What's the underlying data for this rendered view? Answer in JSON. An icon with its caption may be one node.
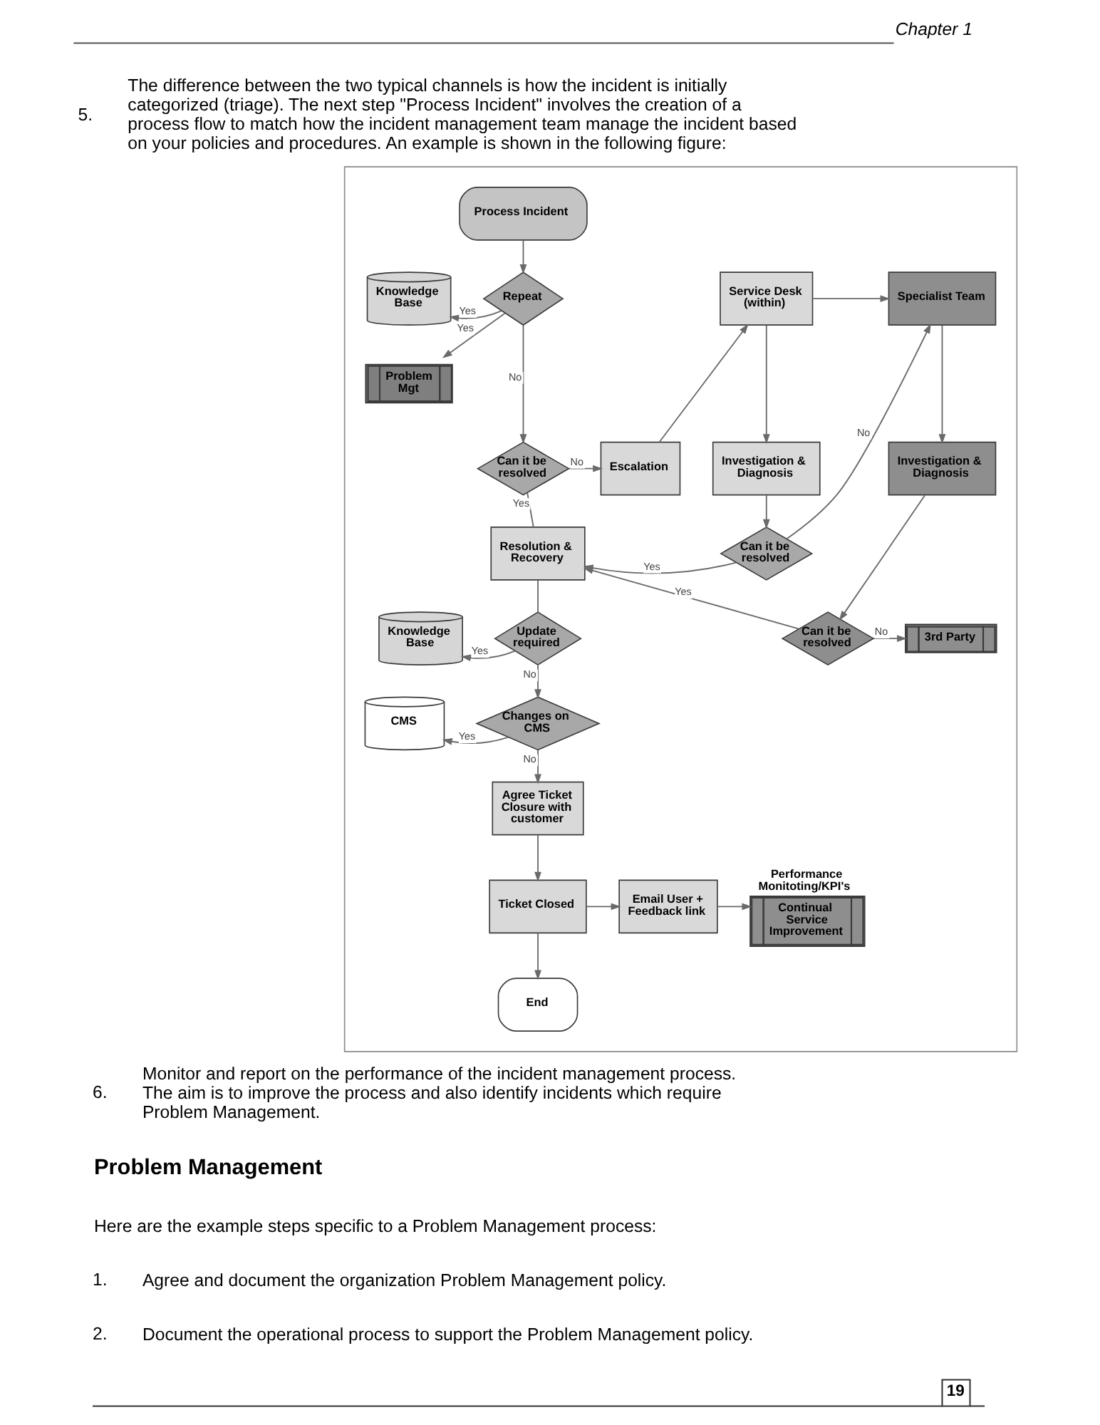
{
  "diagram": {
    "nodes": [
      {
        "text": [],
        "shape": "box"
      },
      {
        "text": [
          "Process Incident"
        ],
        "in": 0
      },
      {
        "text": [
          "Knowledge Base"
        ],
        "in": 0
      },
      {
        "text": [
          "Repeat"
        ],
        "in": 0
      },
      {
        "text": [
          "Service Desk (within)"
        ],
        "in": 0
      },
      {
        "text": [
          "Specialist Team"
        ],
        "in": 0
      },
      {
        "text": [
          "Problem Mgt"
        ],
        "in": 0
      },
      {
        "text": [
          "Can it be resolved"
        ],
        "in": 0
      },
      {
        "text": [
          "Escalation"
        ],
        "in": 0
      },
      {
        "text": [
          "Investigation & Diagnosis"
        ],
        "in": 0
      },
      {
        "text": [
          "Investigation & Diagnosis"
        ],
        "in": 0
      },
      {
        "text": [
          "Resolution & Recovery"
        ],
        "in": 0
      },
      {
        "text": [
          "Can it be resolved"
        ],
        "in": 0
      },
      {
        "text": [
          "Knowledge Base"
        ],
        "in": 0
      },
      {
        "text": [
          "Update required"
        ],
        "in": 0
      },
      {
        "text": [
          "Can it be resolved"
        ],
        "in": 0
      },
      {
        "text": [
          "3rd Party"
        ],
        "in": 0
      },
      {
        "text": [
          "CMS"
        ],
        "in": 0
      },
      {
        "text": [
          "Changes on CMS"
        ],
        "in": 0
      },
      {
        "text": [
          "Agree Ticket Closure with customer"
        ],
        "in": 0
      },
      {
        "text": [
          "Ticket Closed"
        ],
        "in": 0
      },
      {
        "text": [
          "Email User + Feedback link"
        ],
        "in": 0
      },
      {
        "text": [
          "Continual Service Improvement"
        ],
        "beside": [
          "Performance Monitoting/KPI's"
        ],
        "in": 0
      },
      {
        "text": [
          "End"
        ],
        "in": 0
      }
    ],
    "edges": [
      {
        "from": 1,
        "to": 3,
        "arrow": "to"
      },
      {
        "from": 3,
        "to": 2,
        "arrow": "to",
        "label": "Yes"
      },
      {
        "from": 3,
        "to": 6,
        "arrow": "to",
        "label": "Yes"
      },
      {
        "from": 3,
        "to": 7,
        "arrow": "to",
        "label": "No"
      },
      {
        "from": 7,
        "to": 8,
        "arrow": "to",
        "label": "No"
      },
      {
        "from": 7,
        "to": 11,
        "arrow": "none",
        "label": "Yes"
      },
      {
        "from": 8,
        "to": 4,
        "arrow": "to"
      },
      {
        "from": 4,
        "to": 5,
        "arrow": "to"
      },
      {
        "from": 4,
        "to": 9,
        "arrow": "to"
      },
      {
        "from": 5,
        "to": 10,
        "arrow": "to"
      },
      {
        "from": 9,
        "to": 12,
        "arrow": "to"
      },
      {
        "from": 12,
        "to": 5,
        "arrow": "to",
        "label": "No"
      },
      {
        "from": 12,
        "to": 11,
        "arrow": "to",
        "label": "Yes"
      },
      {
        "from": 10,
        "to": 15,
        "arrow": "to"
      },
      {
        "from": 15,
        "to": 16,
        "arrow": "to",
        "label": "No"
      },
      {
        "from": 15,
        "to": 11,
        "arrow": "to",
        "label": "Yes"
      },
      {
        "from": 11,
        "to": 14,
        "arrow": "none"
      },
      {
        "from": 14,
        "to": 13,
        "arrow": "to",
        "label": "Yes"
      },
      {
        "from": 14,
        "to": 18,
        "arrow": "to",
        "label": "No"
      },
      {
        "from": 18,
        "to": 17,
        "arrow": "to",
        "label": "Yes"
      },
      {
        "from": 18,
        "to": 19,
        "arrow": "to",
        "label": "No"
      },
      {
        "from": 19,
        "to": 20,
        "arrow": "to"
      },
      {
        "from": 20,
        "to": 23,
        "arrow": "to"
      },
      {
        "from": 20,
        "to": 21,
        "arrow": "to"
      },
      {
        "from": 21,
        "to": 22,
        "arrow": "to"
      }
    ],
    "labels": [
      "Chapter 1",
      "5.",
      "The difference between the two typical channels is how the incident is initially categorized (triage). The next step \"Process Incident\" involves the creation of a process flow to match how the incident management team manage the incident based on your policies and procedures. An example is shown in the following figure:",
      "6.",
      "Monitor and report on the performance of the incident management process. The aim is to improve the process and also identify incidents which require Problem Management.",
      "Problem Management",
      "Here are the example steps specific to a Problem Management process:",
      "1.",
      "Agree and document the organization Problem Management policy.",
      "2.",
      "Document the operational process to support the Problem Management policy.",
      "19"
    ]
  }
}
